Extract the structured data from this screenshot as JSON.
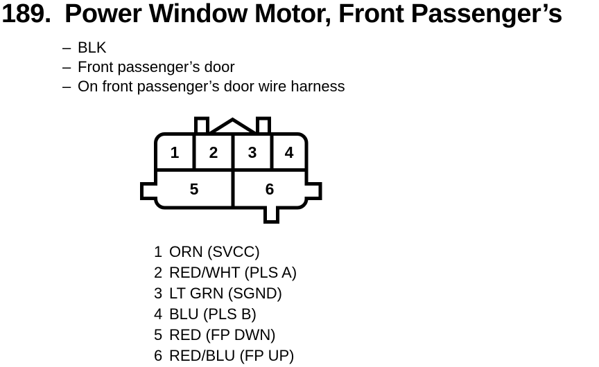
{
  "figure": {
    "number": "189.",
    "title": "Power Window Motor, Front Passenger’s"
  },
  "notes": {
    "bullet": "–",
    "items": [
      "BLK",
      "Front passenger’s door",
      "On front passenger’s door wire harness"
    ]
  },
  "connector": {
    "rows": [
      4,
      2
    ],
    "cavities": [
      "1",
      "2",
      "3",
      "4",
      "5",
      "6"
    ]
  },
  "pinout": [
    {
      "pin": "1",
      "label": "ORN (SVCC)"
    },
    {
      "pin": "2",
      "label": "RED/WHT (PLS A)"
    },
    {
      "pin": "3",
      "label": "LT GRN (SGND)"
    },
    {
      "pin": "4",
      "label": "BLU (PLS B)"
    },
    {
      "pin": "5",
      "label": "RED (FP DWN)"
    },
    {
      "pin": "6",
      "label": "RED/BLU (FP UP)"
    }
  ],
  "colors": {
    "ink": "#000000",
    "background": "#ffffff"
  }
}
